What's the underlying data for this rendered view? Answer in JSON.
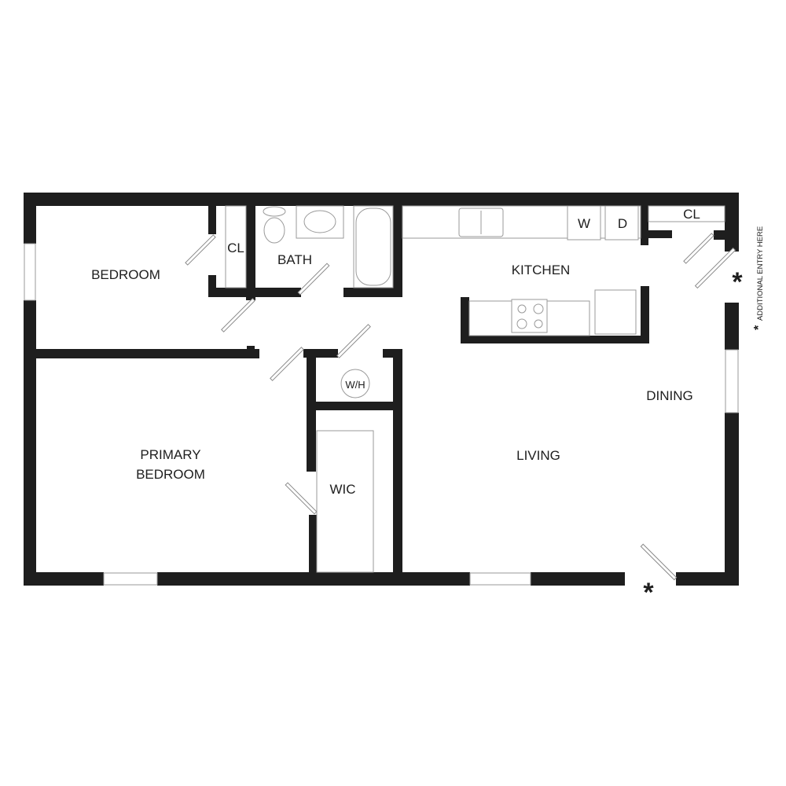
{
  "rooms": {
    "bedroom": "BEDROOM",
    "closet_bedroom": "CL",
    "bath": "BATH",
    "kitchen": "KITCHEN",
    "washer": "W",
    "dryer": "D",
    "closet_entry": "CL",
    "water_heater": "W/H",
    "dining": "DINING",
    "living": "LIVING",
    "primary_bedroom_line1": "PRIMARY",
    "primary_bedroom_line2": "BEDROOM",
    "wic": "WIC"
  },
  "note": {
    "marker": "*",
    "text": "ADDITIONAL ENTRY HERE"
  },
  "colors": {
    "wall": "#1e1e1e",
    "fixture": "#9a9a9a"
  }
}
